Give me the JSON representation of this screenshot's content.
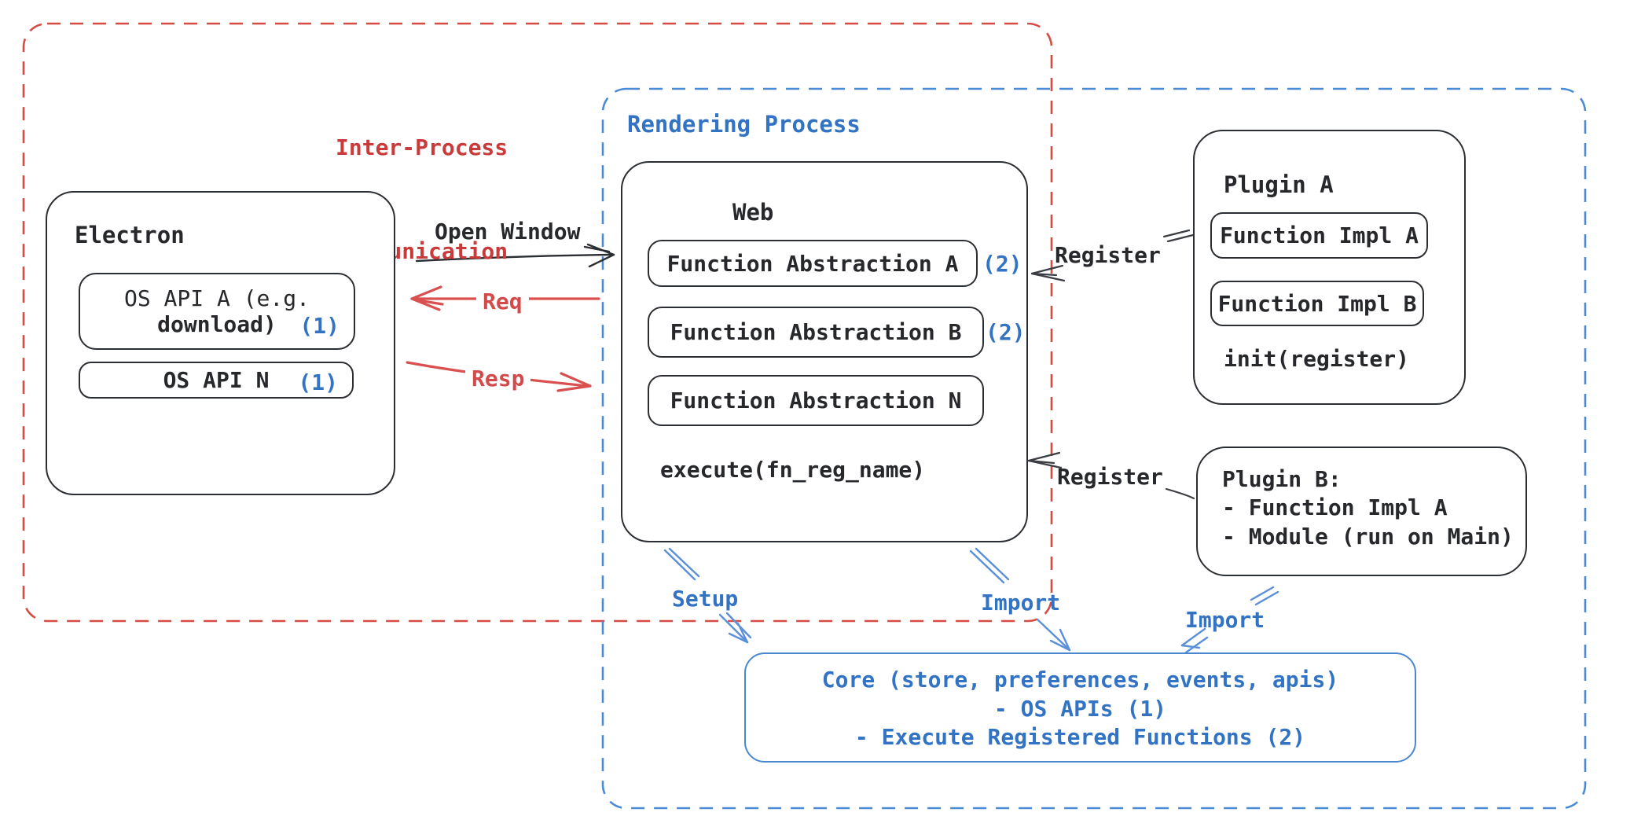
{
  "colors": {
    "red_text": "#cb3a3a",
    "red_dash_border": "#d64c45",
    "red_arrow": "#d95050",
    "blue_text": "#3273c4",
    "blue_dash_border": "#4b8bd5",
    "blue_arrow": "#5b8fd9",
    "black_ink": "#26282b"
  },
  "ipc_region": {
    "label_line1": "Inter-Process",
    "label_line2": "Communication"
  },
  "rendering_region": {
    "label": "Rendering Process"
  },
  "electron": {
    "title": "Electron",
    "os_api_a_line1": "OS API A (e.g.",
    "os_api_a_line2": "download)",
    "os_api_a_marker": "(1)",
    "os_api_n": "OS API N",
    "os_api_n_marker": "(1)"
  },
  "arrows": {
    "open_window": "Open Window",
    "req": "Req",
    "resp": "Resp",
    "register_top": "Register",
    "register_bottom": "Register",
    "setup": "Setup",
    "import_mid": "Import",
    "import_right": "Import"
  },
  "web": {
    "title": "Web",
    "fn_abstraction_a": "Function Abstraction A",
    "fn_abstraction_a_marker": "(2)",
    "fn_abstraction_b": "Function Abstraction B",
    "fn_abstraction_b_marker": "(2)",
    "fn_abstraction_n": "Function Abstraction N",
    "execute": "execute(fn_reg_name)"
  },
  "plugin_a": {
    "title": "Plugin A",
    "impl_a": "Function Impl A",
    "impl_b": "Function Impl B",
    "init": "init(register)"
  },
  "plugin_b": {
    "line1": "Plugin B:",
    "line2": "- Function Impl A",
    "line3": "- Module (run on Main)"
  },
  "core": {
    "line1": "Core (store, preferences, events, apis)",
    "line2": "- OS APIs (1)",
    "line3": "- Execute Registered Functions (2)"
  }
}
